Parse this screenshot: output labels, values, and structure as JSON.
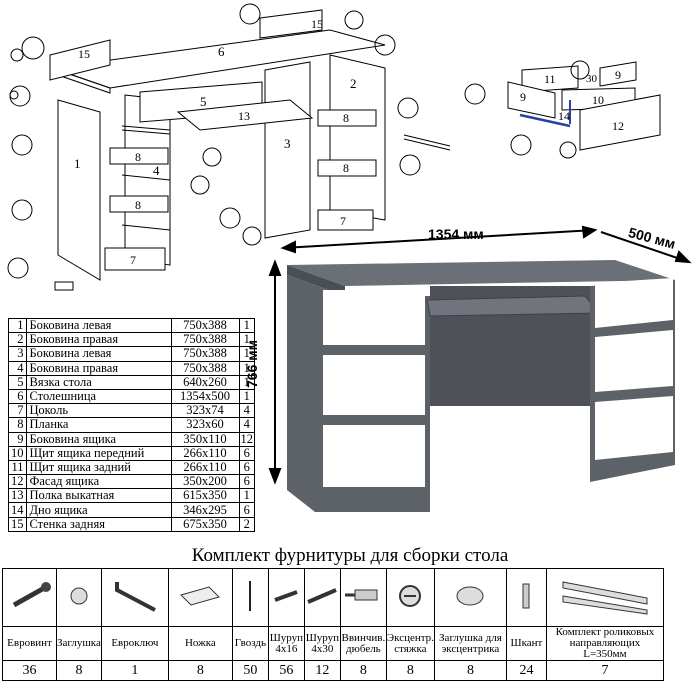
{
  "parts_table": [
    {
      "n": "1",
      "name": "Боковина левая",
      "dim": "750x388",
      "qty": "1"
    },
    {
      "n": "2",
      "name": "Боковина правая",
      "dim": "750x388",
      "qty": "1"
    },
    {
      "n": "3",
      "name": "Боковина левая",
      "dim": "750x388",
      "qty": "1"
    },
    {
      "n": "4",
      "name": "Боковина правая",
      "dim": "750x388",
      "qty": "1"
    },
    {
      "n": "5",
      "name": "Вязка стола",
      "dim": "640x260",
      "qty": "1"
    },
    {
      "n": "6",
      "name": "Столешница",
      "dim": "1354x500",
      "qty": "1"
    },
    {
      "n": "7",
      "name": "Цоколь",
      "dim": "323x74",
      "qty": "4"
    },
    {
      "n": "8",
      "name": "Планка",
      "dim": "323x60",
      "qty": "4"
    },
    {
      "n": "9",
      "name": "Боковина ящика",
      "dim": "350x110",
      "qty": "12"
    },
    {
      "n": "10",
      "name": "Щит ящика передний",
      "dim": "266x110",
      "qty": "6"
    },
    {
      "n": "11",
      "name": "Щит ящика задний",
      "dim": "266x110",
      "qty": "6"
    },
    {
      "n": "12",
      "name": "Фасад ящика",
      "dim": "350x200",
      "qty": "6"
    },
    {
      "n": "13",
      "name": "Полка выкатная",
      "dim": "615x350",
      "qty": "1"
    },
    {
      "n": "14",
      "name": "Дно ящика",
      "dim": "346x295",
      "qty": "6"
    },
    {
      "n": "15",
      "name": "Стенка задняя",
      "dim": "675x350",
      "qty": "2"
    }
  ],
  "dimensions": {
    "width": "1354 мм",
    "depth": "500 мм",
    "height": "766 мм"
  },
  "hardware_title": "Комплект фурнитуры для сборки стола",
  "hardware": [
    {
      "name": "Евровинт",
      "count": "36",
      "icon": "euro-screw-icon"
    },
    {
      "name": "Заглушка",
      "count": "8",
      "icon": "cap-icon"
    },
    {
      "name": "Евроключ",
      "count": "1",
      "icon": "hex-key-icon"
    },
    {
      "name": "Ножка",
      "count": "8",
      "icon": "foot-icon"
    },
    {
      "name": "Гвоздь",
      "count": "50",
      "icon": "nail-icon"
    },
    {
      "name": "Шуруп 4x16",
      "count": "56",
      "icon": "short-screw-icon"
    },
    {
      "name": "Шуруп 4x30",
      "count": "12",
      "icon": "long-screw-icon"
    },
    {
      "name": "Ввинчив. дюбель",
      "count": "8",
      "icon": "dowel-screw-icon"
    },
    {
      "name": "Эксцентр. стяжка",
      "count": "8",
      "icon": "cam-lock-icon"
    },
    {
      "name": "Заглушка для эксцентрика",
      "count": "8",
      "icon": "cam-cap-icon"
    },
    {
      "name": "Шкант",
      "count": "24",
      "icon": "wooden-dowel-icon"
    },
    {
      "name": "Комплект роликовых направляющих L=350мм",
      "count": "7",
      "icon": "drawer-rail-icon"
    }
  ],
  "assembly_labels": {
    "p1": "1",
    "p2": "2",
    "p3": "3",
    "p4": "4",
    "p5": "5",
    "p6": "6",
    "p7": "7",
    "p8": "8",
    "p9": "9",
    "p10": "10",
    "p11": "11",
    "p12": "12",
    "p13": "13",
    "p14": "14",
    "p15": "15",
    "p30": "30"
  },
  "colors": {
    "desk_body": "#5d6168",
    "desk_top": "#6b7078",
    "fronts": "#ffffff",
    "rail": "#2a3ea8"
  }
}
